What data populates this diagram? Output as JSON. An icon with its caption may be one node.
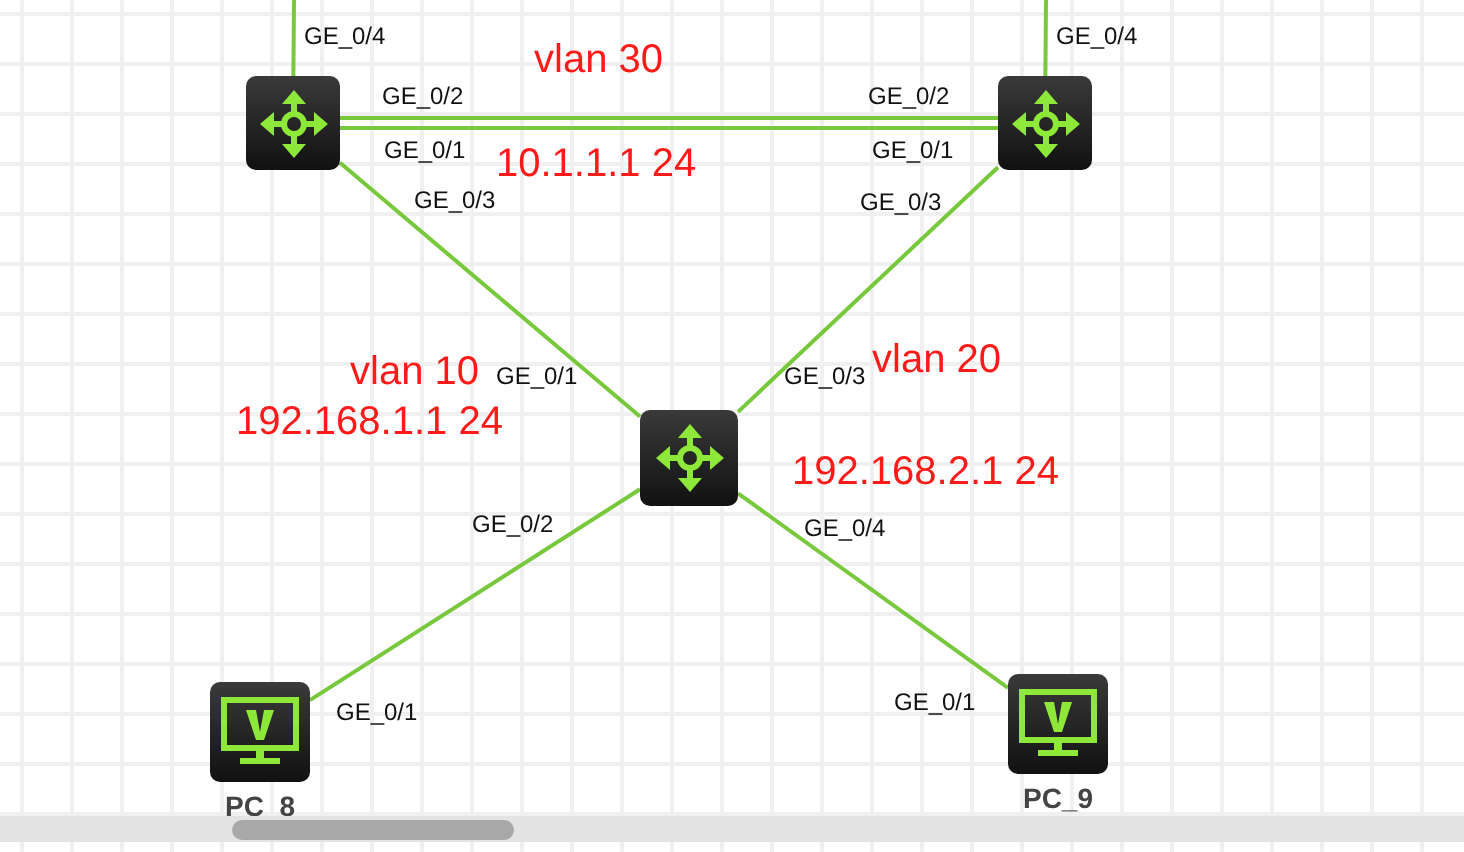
{
  "diagram": {
    "nodes": [
      {
        "text": [],
        "shape": "box"
      },
      {
        "text": [],
        "shape": "box"
      },
      {
        "text": [],
        "shape": "box"
      },
      {
        "text": [
          "PC_8"
        ]
      },
      {
        "text": [
          "PC_9"
        ]
      }
    ],
    "edges": [
      {
        "from": null,
        "to": 0,
        "arrow": "none"
      },
      {
        "from": null,
        "to": 1,
        "arrow": "none"
      },
      {
        "from": 0,
        "to": 1,
        "arrow": "none"
      },
      {
        "from": 0,
        "to": 1,
        "arrow": "none"
      },
      {
        "from": 0,
        "to": 2,
        "arrow": "none"
      },
      {
        "from": 1,
        "to": 2,
        "arrow": "none"
      },
      {
        "from": 2,
        "to": 3,
        "arrow": "none"
      },
      {
        "from": 2,
        "to": 4,
        "arrow": "none"
      }
    ],
    "labels": [
      "GE_0/4",
      "GE_0/4",
      "vlan 30",
      "GE_0/2",
      "GE_0/2",
      "GE_0/1",
      "10.1.1.1 24",
      "GE_0/1",
      "GE_0/3",
      "GE_0/3",
      "vlan 20",
      "vlan 10",
      "GE_0/1",
      "GE_0/3",
      "192.168.1.1 24",
      "192.168.2.1 24",
      "GE_0/2",
      "GE_0/4",
      "GE_0/1",
      "GE_0/1"
    ]
  }
}
